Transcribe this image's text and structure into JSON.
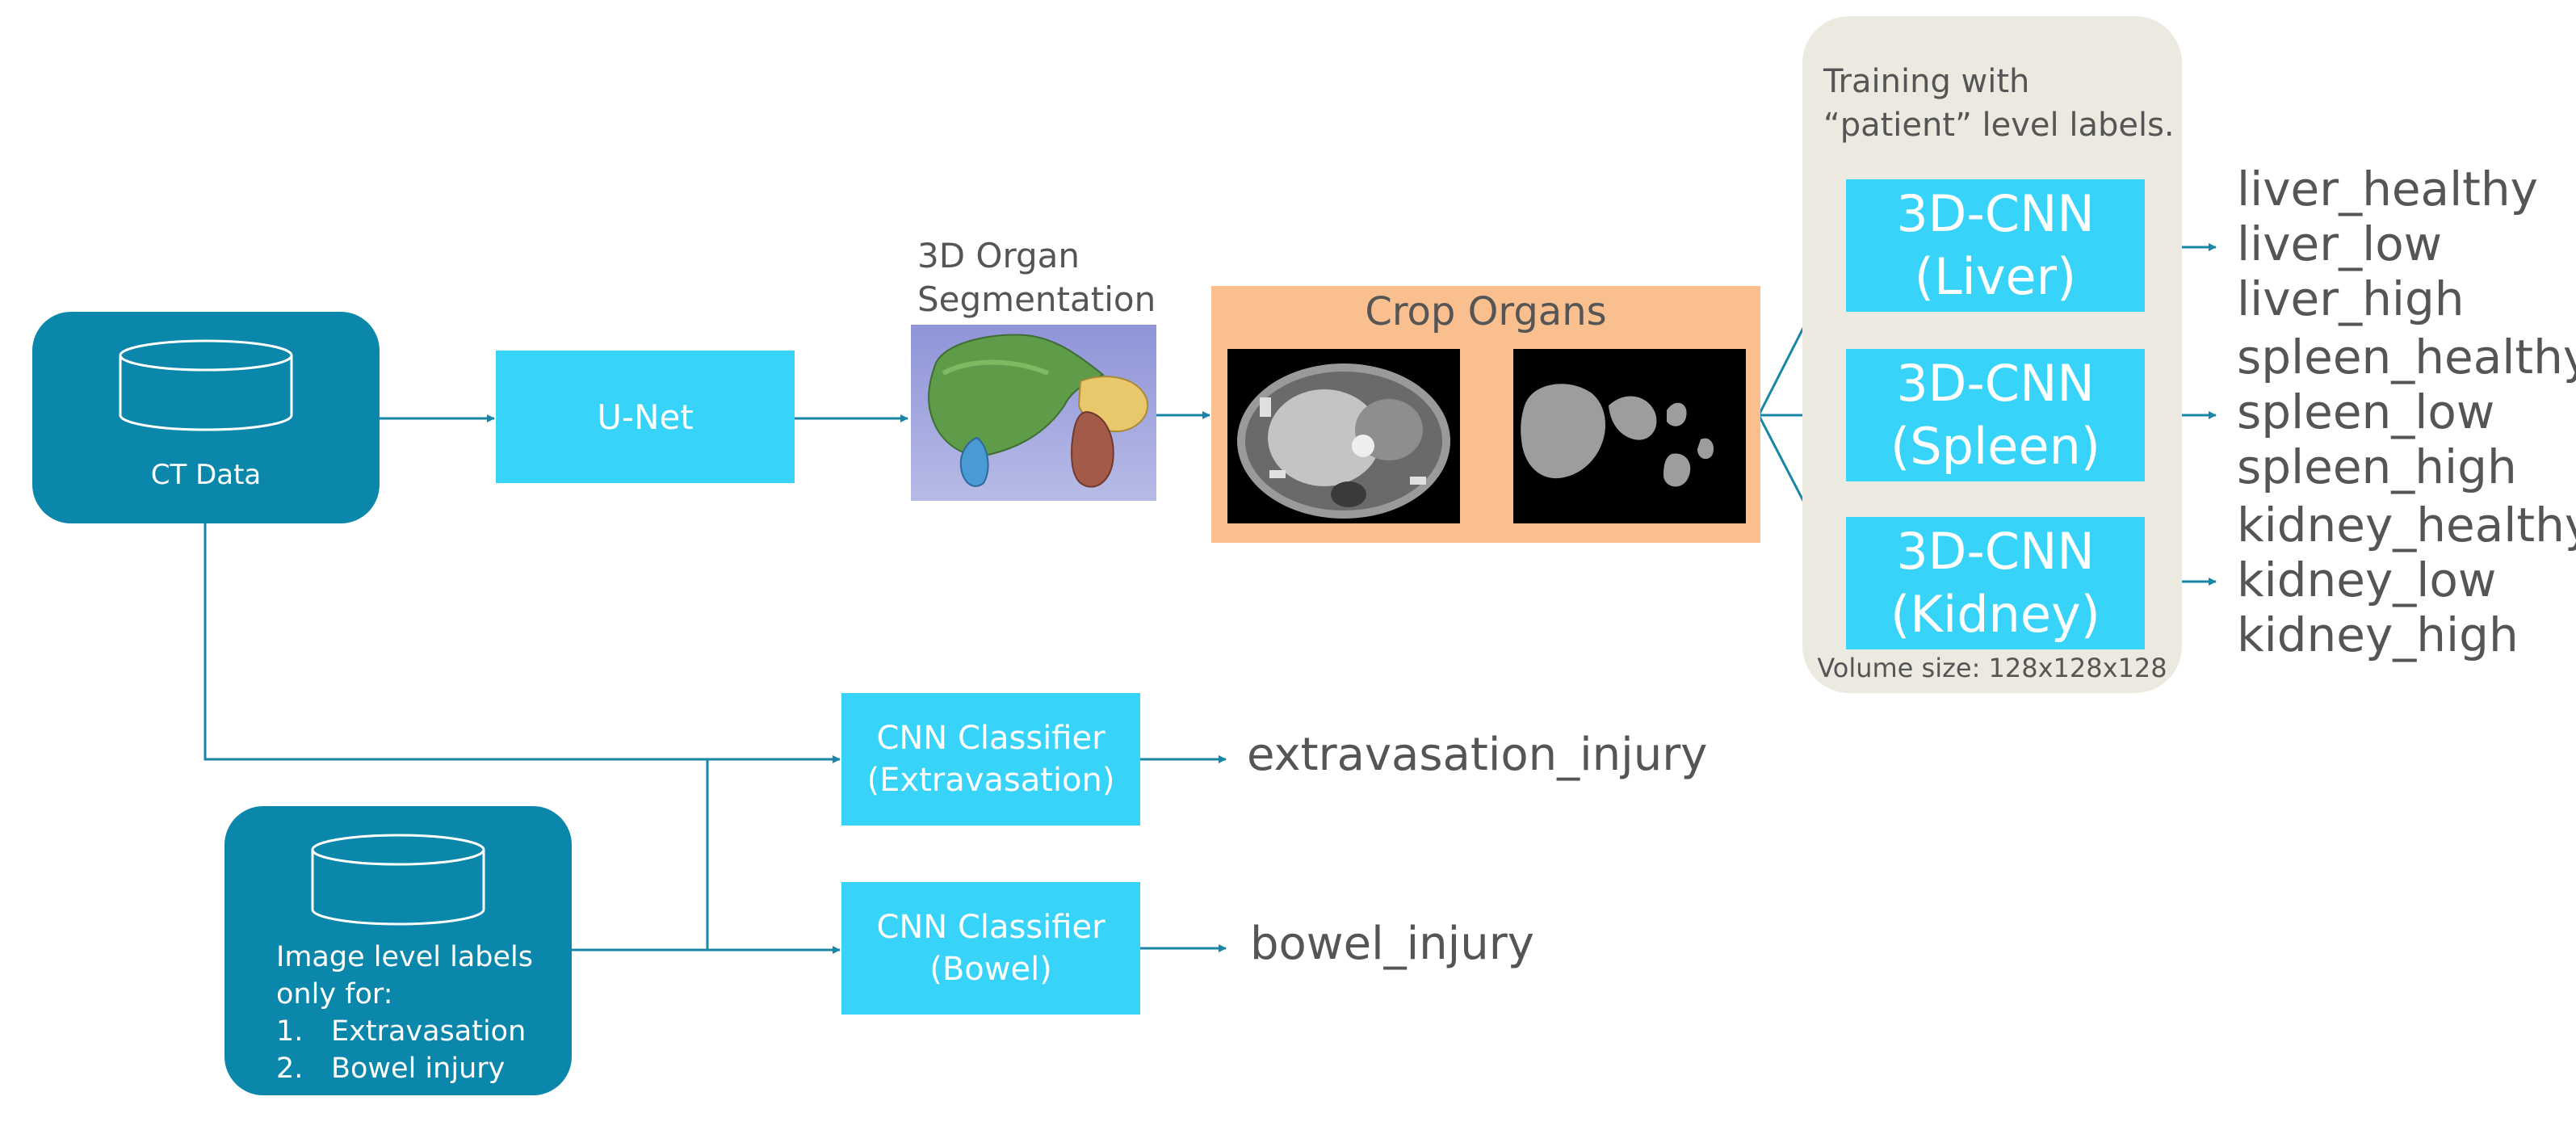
{
  "inputs": {
    "ct": {
      "label": "CT Data"
    },
    "labels": {
      "line1": "Image level labels",
      "line2": "only for:",
      "items": [
        {
          "num": "1.",
          "text": "Extravasation"
        },
        {
          "num": "2.",
          "text": "Bowel injury"
        }
      ]
    }
  },
  "unet": {
    "label": "U-Net"
  },
  "segmentation": {
    "line1": "3D Organ",
    "line2": "Segmentation"
  },
  "crop": {
    "title": "Crop Organs"
  },
  "training": {
    "line1": "Training with",
    "line2": "“patient” level labels.",
    "volume": "Volume size: 128x128x128"
  },
  "cnn3d": [
    {
      "name": "3D-CNN",
      "organ": "(Liver)",
      "outputs": [
        "liver_healthy",
        "liver_low",
        "liver_high"
      ]
    },
    {
      "name": "3D-CNN",
      "organ": "(Spleen)",
      "outputs": [
        "spleen_healthy",
        "spleen_low",
        "spleen_high"
      ]
    },
    {
      "name": "3D-CNN",
      "organ": "(Kidney)",
      "outputs": [
        "kidney_healthy",
        "kidney_low",
        "kidney_high"
      ]
    }
  ],
  "classifiers": [
    {
      "line1": "CNN Classifier",
      "line2": "(Extravasation)",
      "output": "extravasation_injury"
    },
    {
      "line1": "CNN Classifier",
      "line2": "(Bowel)",
      "output": "bowel_injury"
    }
  ],
  "colors": {
    "input_box": "#0a87aa",
    "process_box": "#38d3f9",
    "crop_panel": "#f9bf8f",
    "training_panel": "#eceae0",
    "arrow": "#1a86a6",
    "text": "#555555"
  }
}
